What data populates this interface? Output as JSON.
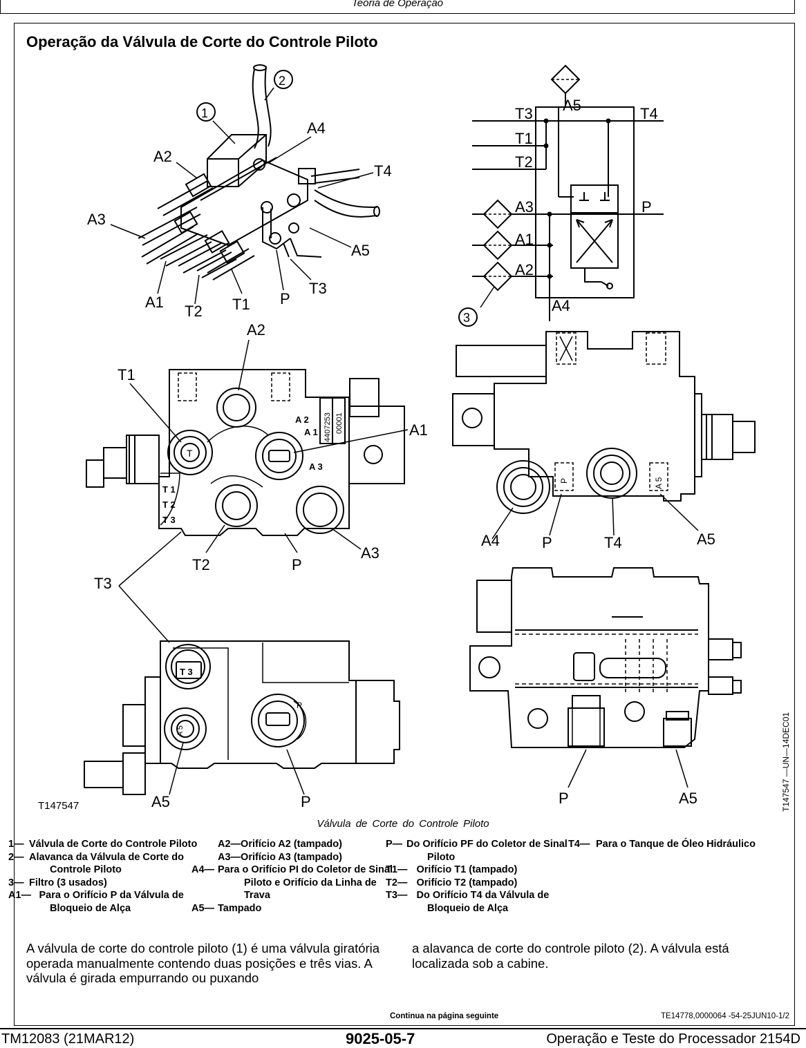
{
  "header": {
    "top_title": "Teoria de Operação"
  },
  "page": {
    "title": "Operação da Válvula de Corte do Controle Piloto"
  },
  "figure": {
    "caption": "Válvula de Corte do Controle Piloto",
    "figure_id": "T147547",
    "side_code": "T147547 —UN—14DEC01",
    "callouts": {
      "c1": "1",
      "c2": "2",
      "c3": "3",
      "A1": "A1",
      "A2": "A2",
      "A3": "A3",
      "A4": "A4",
      "A5": "A5",
      "T1": "T1",
      "T2": "T2",
      "T3": "T3",
      "T4": "T4",
      "P": "P"
    },
    "stamps": {
      "block_port_a2": "A 2",
      "block_port_a1": "A 1",
      "block_port_a3": "A 3",
      "block_t1": "T 1",
      "block_t2": "T 2",
      "block_t3": "T 3",
      "block_t_circle": "T",
      "serial_a": "4407253",
      "serial_b": "00001",
      "port_p": "P",
      "port_a5": "A 5",
      "bottom_t3": "T 3"
    }
  },
  "legend": {
    "col1": [
      {
        "key": "1—",
        "text": "Válvula de Corte do Controle Piloto"
      },
      {
        "key": "2—",
        "text": "Alavanca da Válvula de Corte do Controle Piloto"
      },
      {
        "key": "3—",
        "text": "Filtro (3 usados)"
      },
      {
        "key": "A1—",
        "text": "Para o Orifício P da Válvula de Bloqueio de Alça"
      }
    ],
    "col2": [
      {
        "key": "A2—",
        "text": "Orifício A2 (tampado)"
      },
      {
        "key": "A3—",
        "text": "Orifício A3 (tampado)"
      },
      {
        "key": "A4—",
        "text": "Para o Orifício PI do Coletor de Sinal Piloto e Orifício da Linha de Trava"
      },
      {
        "key": "A5—",
        "text": "Tampado"
      }
    ],
    "col3": [
      {
        "key": "P—",
        "text": "Do Orifício PF do Coletor de Sinal Piloto"
      },
      {
        "key": "T1—",
        "text": "Orifício T1 (tampado)"
      },
      {
        "key": "T2—",
        "text": "Orifício T2 (tampado)"
      },
      {
        "key": "T3—",
        "text": "Do Orifício T4 da Válvula de Bloqueio de Alça"
      }
    ],
    "col4": [
      {
        "key": "T4—",
        "text": "Para o Tanque de Óleo Hidráulico"
      }
    ]
  },
  "body": {
    "left_paragraph": "A válvula de corte do controle piloto (1) é uma válvula giratória operada manualmente contendo duas posições e três vias. A válvula é girada empurrando ou puxando",
    "right_paragraph": "a alavanca de corte do controle piloto (2). A válvula está localizada sob a cabine."
  },
  "footer": {
    "continue_text": "Continua na página seguinte",
    "reference": "TE14778,0000064 -54-25JUN10-1/2",
    "doc_code": "TM12083 (21MAR12)",
    "page_number": "9025-05-7",
    "section_title": "Operação e Teste do Processador 2154D"
  }
}
